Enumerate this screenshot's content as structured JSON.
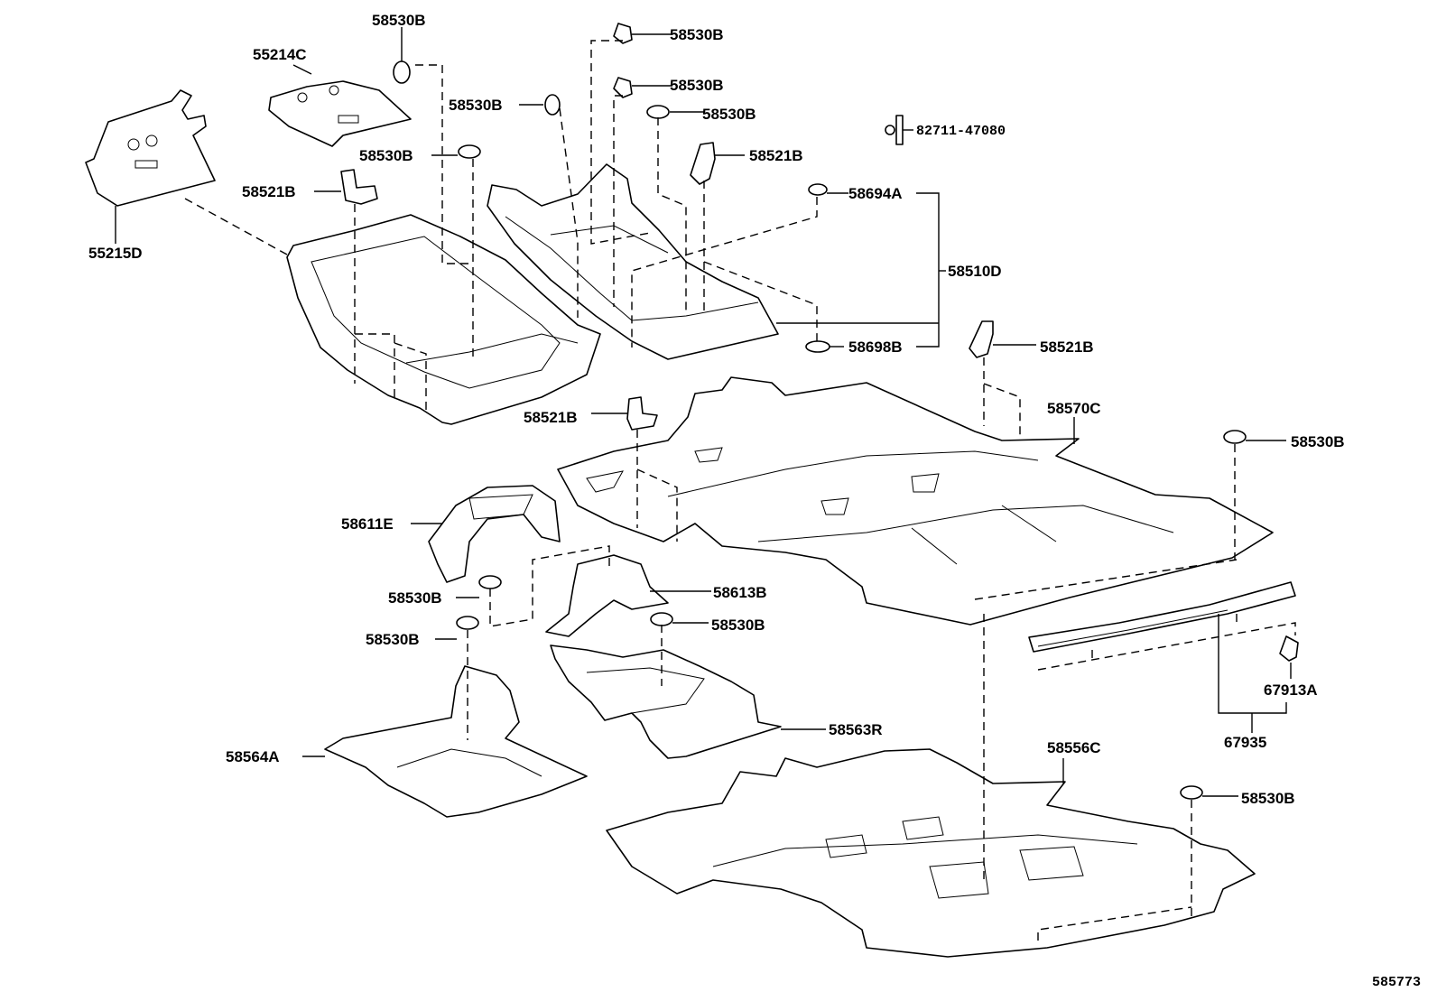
{
  "diagram": {
    "code": "585773",
    "labels": {
      "p55214C": "55214C",
      "p55215D": "55215D",
      "p58530B_a": "58530B",
      "p58530B_b": "58530B",
      "p58530B_c": "58530B",
      "p58530B_d": "58530B",
      "p58530B_e": "58530B",
      "p58530B_f": "58530B",
      "p58530B_g": "58530B",
      "p58530B_h": "58530B",
      "p58530B_i": "58530B",
      "p58530B_j": "58530B",
      "p58530B_k": "58530B",
      "p58521B_a": "58521B",
      "p58521B_b": "58521B",
      "p58521B_c": "58521B",
      "p58521B_d": "58521B",
      "p82711": "82711-47080",
      "p58694A": "58694A",
      "p58510D": "58510D",
      "p58698B": "58698B",
      "p58570C": "58570C",
      "p58611E": "58611E",
      "p58613B": "58613B",
      "p67913A": "67913A",
      "p67935": "67935",
      "p58564A": "58564A",
      "p58563R": "58563R",
      "p58556C": "58556C"
    }
  }
}
